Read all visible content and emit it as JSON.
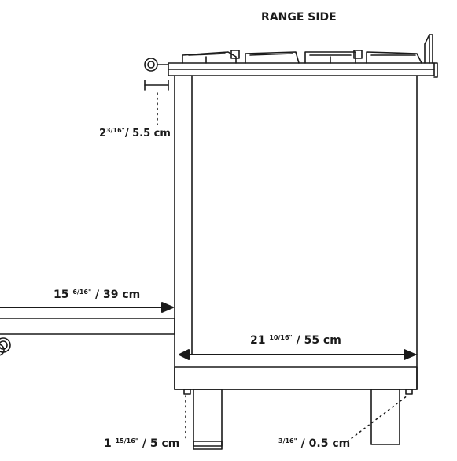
{
  "title": "RANGE SIDE",
  "dimensions": {
    "gap_top": {
      "whole": "2",
      "fraction": "3/16\"",
      "metric": "/ 5.5 cm"
    },
    "depth_total": {
      "whole": "15",
      "fraction": "6/16\"",
      "metric": " / 39 cm"
    },
    "body_depth": {
      "whole": "21",
      "fraction": "10/16\"",
      "metric": " / 55 cm"
    },
    "foot_left": {
      "whole": "1",
      "fraction": "15/16\"",
      "metric": " / 5 cm"
    },
    "foot_right": {
      "whole": "",
      "fraction": "3/16\"",
      "metric": " / 0.5 cm"
    }
  },
  "colors": {
    "line": "#1a1a1a",
    "dots": "#1a1a1a"
  }
}
